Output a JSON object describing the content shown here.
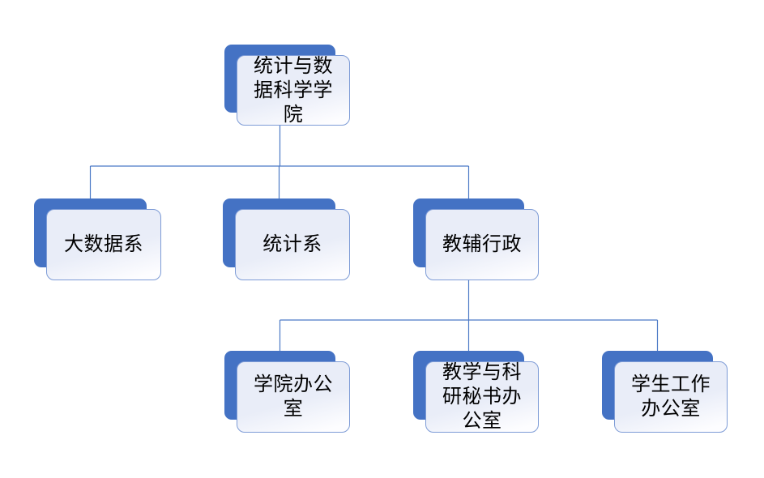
{
  "page": {
    "background_color": "#FFFFFF"
  },
  "diagram": {
    "type": "org-chart",
    "direction": "top-down",
    "nodes": [
      {
        "id": "root",
        "label": "统计与数据科学学院",
        "parent": null,
        "level": 1
      },
      {
        "id": "dept-big-data",
        "label": "大数据系",
        "parent": "root",
        "level": 2
      },
      {
        "id": "dept-statistics",
        "label": "统计系",
        "parent": "root",
        "level": 2
      },
      {
        "id": "dept-admin-support",
        "label": "教辅行政",
        "parent": "root",
        "level": 2
      },
      {
        "id": "office-college",
        "label": "学院办公室",
        "parent": "dept-admin-support",
        "level": 3
      },
      {
        "id": "office-teaching-research-secretary",
        "label": "教学与科研秘书办公室",
        "parent": "dept-admin-support",
        "level": 3
      },
      {
        "id": "office-student-affairs",
        "label": "学生工作办公室",
        "parent": "dept-admin-support",
        "level": 3
      }
    ],
    "colors": {
      "node_shadow": "#4472C4",
      "node_fill_top": "#E9EDF8",
      "node_fill_bottom": "#FDFDFF",
      "node_border": "#7D9BD6",
      "connector": "#4B79C6",
      "text": "#000000"
    }
  }
}
